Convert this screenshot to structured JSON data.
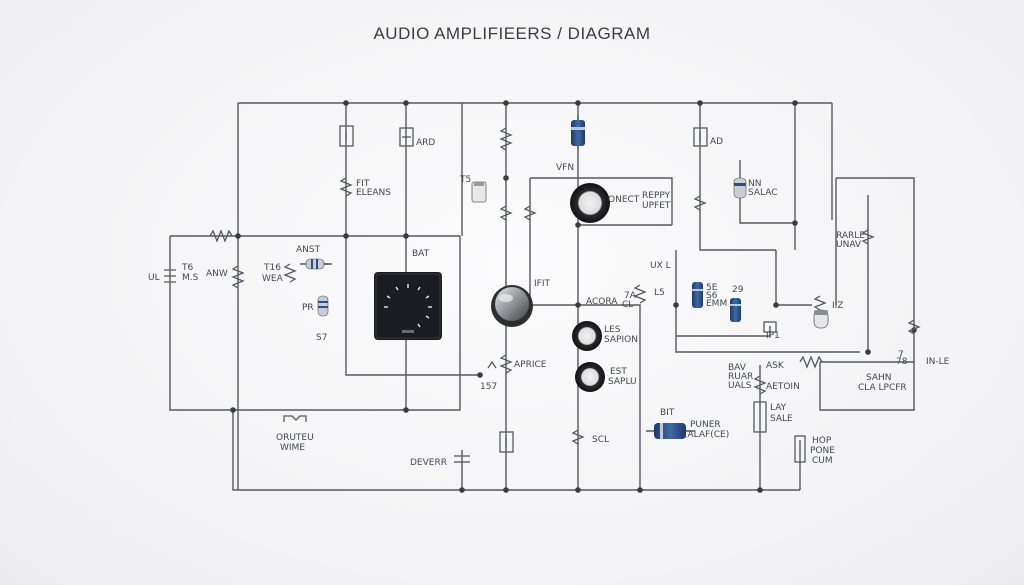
{
  "title": "AUDIO AMPLIFIEERS / DIAGRAM",
  "labels": {
    "ard": "ARD",
    "vfn": "VFN",
    "ad": "AD",
    "fit": "FIT",
    "eleans": "ELEANS",
    "t5": "T5",
    "onect": "ONECT",
    "reppy": "REPPY",
    "upfet": "UPFET",
    "nn": "NN",
    "salac": "SALAC",
    "rarle": "RARLE",
    "unav": "UNAV",
    "anst": "ANST",
    "bat": "BAT",
    "ul": "UL",
    "t6": "T6",
    "ms": "M.S",
    "anw": "ANW",
    "t6b": "T16",
    "wea": "WEA",
    "ifit": "IFIT",
    "uxl": "UX L",
    "pr": "PR",
    "s7": "S7",
    "acora": "ACORA",
    "c7": "7A",
    "cl": "CL",
    "ls": "L5",
    "sse": "5E",
    "s6": "S6",
    "emm": "EMM",
    "t29": "29",
    "iiz": "IIZ",
    "les": "LES",
    "sapion": "SAPION",
    "ip1": "IP1",
    "apace": "APRICE",
    "t7": "7",
    "t8": "78",
    "inle": "IN-LE",
    "est": "EST",
    "saplu": "SAPLU",
    "t157": "157",
    "bav": "BAV",
    "ruar": "RUAR",
    "uals": "UALS",
    "ask": "ASK",
    "aetoin": "AETOIN",
    "sahn": "SAHN",
    "claleper": "CLA LPCFR",
    "orutel": "ORUTEU",
    "wime": "WIME",
    "bit": "BIT",
    "puner": "PUNER",
    "ialafce": "(ALAF(CE)",
    "lay": "LAY",
    "sale": "SALE",
    "scl": "SCL",
    "hop": "HOP",
    "pone": "PONE",
    "cum": "CUM",
    "devebr": "DEVERR"
  },
  "colors": {
    "wire": "#55585f",
    "capacitor_blue": "#2a4f86",
    "ic_body": "#1c1d22"
  }
}
